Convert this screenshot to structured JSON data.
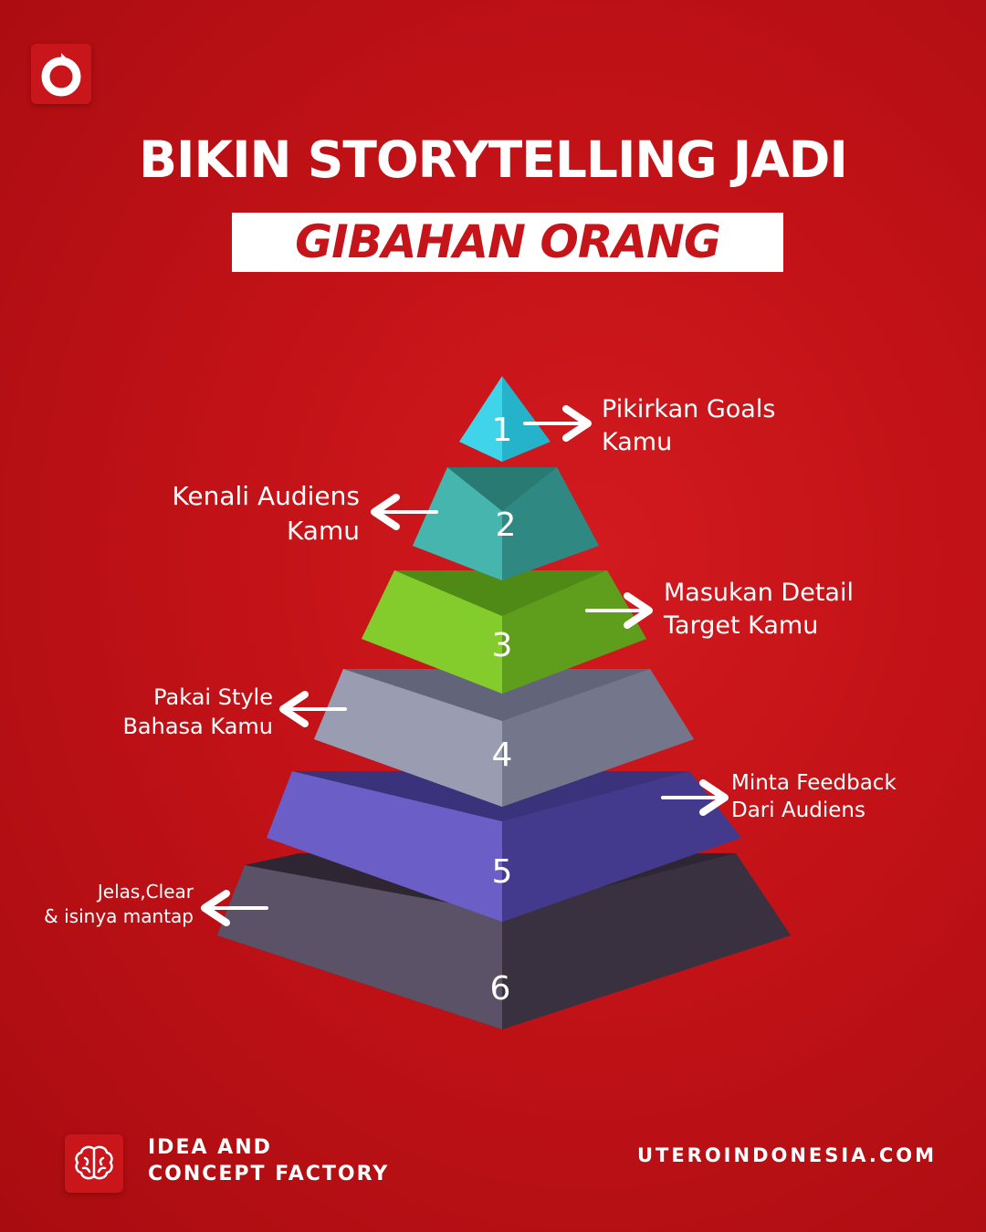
{
  "header": {
    "title": "BIKIN STORYTELLING JADI",
    "subtitle": "GIBAHAN ORANG"
  },
  "logo": {
    "icon": "utero-logo-icon"
  },
  "pyramid": {
    "levels": [
      {
        "number": "1",
        "label_line1": "Pikirkan Goals",
        "label_line2": "Kamu",
        "color": "#2fc7dc"
      },
      {
        "number": "2",
        "label_line1": "Kenali Audiens",
        "label_line2": "Kamu",
        "color": "#3aa9a4"
      },
      {
        "number": "3",
        "label_line1": "Masukan Detail",
        "label_line2": "Target Kamu",
        "color": "#7dc323"
      },
      {
        "number": "4",
        "label_line1": "Pakai Style",
        "label_line2": "Bahasa Kamu",
        "color": "#8a8da1"
      },
      {
        "number": "5",
        "label_line1": "Minta Feedback",
        "label_line2": "Dari Audiens",
        "color": "#5a4eae"
      },
      {
        "number": "6",
        "label_line1": "Jelas,Clear",
        "label_line2": "& isinya mantap",
        "color": "#4a4050"
      }
    ]
  },
  "footer": {
    "brand_line1": "IDEA AND",
    "brand_line2": "CONCEPT FACTORY",
    "brand_icon": "brain-icon",
    "website": "UTEROINDONESIA.COM"
  }
}
